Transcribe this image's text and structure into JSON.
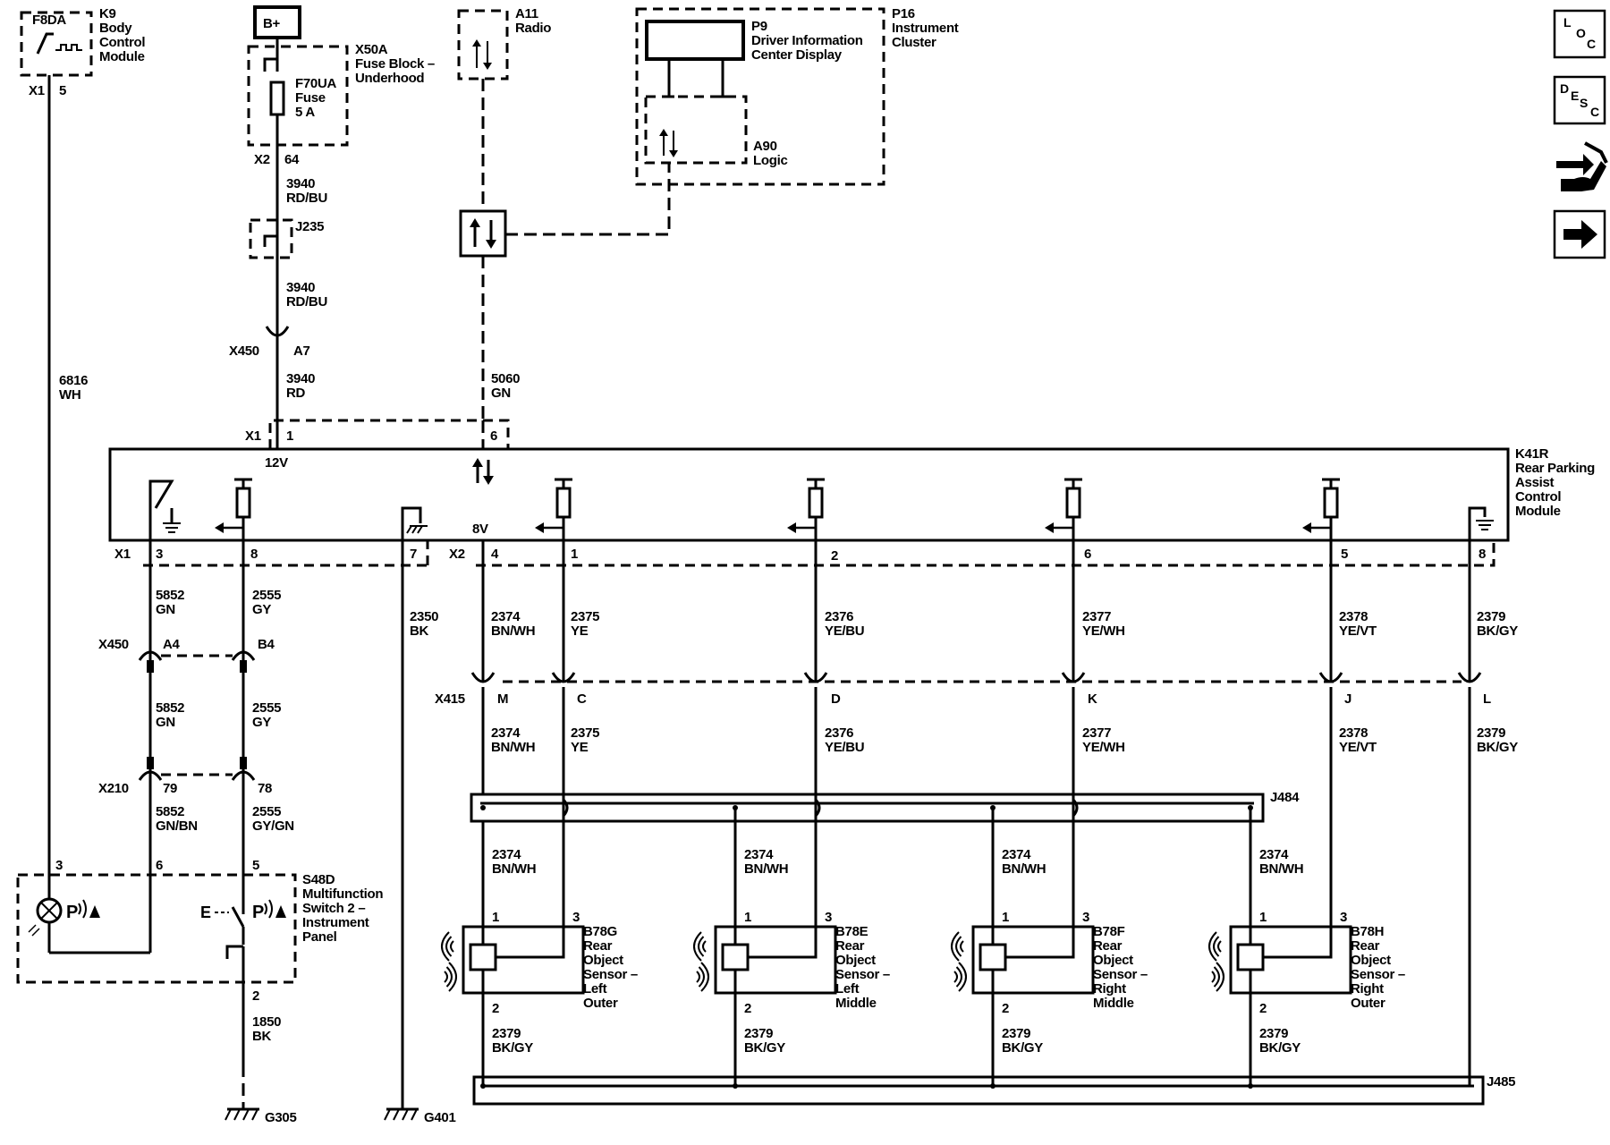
{
  "top": {
    "k9": {
      "pin_lbl": "F8DA",
      "lines": [
        "K9",
        "Body",
        "Control",
        "Module"
      ],
      "conn": "X1",
      "pin": "5"
    },
    "bplus": "B+",
    "x50a": {
      "lines": [
        "X50A",
        "Fuse Block –",
        "Underhood"
      ],
      "fuse": [
        "F70UA",
        "Fuse",
        "5 A"
      ],
      "conn": "X2",
      "pin": "64"
    },
    "a11": [
      "A11",
      "Radio"
    ],
    "p16": [
      "P16",
      "Instrument",
      "Cluster"
    ],
    "p9": [
      "P9",
      "Driver Information",
      "Center Display"
    ],
    "a90": [
      "A90",
      "Logic"
    ],
    "w3940a": [
      "3940",
      "RD/BU"
    ],
    "j235": "J235",
    "w3940b": [
      "3940",
      "RD/BU"
    ],
    "x450a": {
      "conn": "X450",
      "pin": "A7"
    },
    "w3940c": [
      "3940",
      "RD"
    ],
    "w6816": [
      "6816",
      "WH"
    ],
    "w5060": [
      "5060",
      "GN"
    ],
    "x1top": {
      "conn": "X1",
      "p1": "1",
      "p6": "6"
    }
  },
  "module": {
    "lines": [
      "K41R",
      "Rear Parking",
      "Assist",
      "Control",
      "Module"
    ],
    "v12": "12V",
    "v8": "8V",
    "x1b": {
      "conn": "X1",
      "p3": "3",
      "p8": "8",
      "p7": "7"
    },
    "x2b": {
      "conn": "X2",
      "p4": "4",
      "p1": "1",
      "p2": "2",
      "p6": "6",
      "p5": "5",
      "p8": "8"
    }
  },
  "lower_left": {
    "w5852a": [
      "5852",
      "GN"
    ],
    "w2555a": [
      "2555",
      "GY"
    ],
    "w2350": [
      "2350",
      "BK"
    ],
    "x450b": {
      "conn": "X450",
      "a": "A4",
      "b": "B4"
    },
    "w5852b": [
      "5852",
      "GN"
    ],
    "w2555b": [
      "2555",
      "GY"
    ],
    "x210": {
      "conn": "X210",
      "a": "79",
      "b": "78"
    },
    "w5852c": [
      "5852",
      "GN/BN"
    ],
    "w2555c": [
      "2555",
      "GY/GN"
    ],
    "s48d": {
      "lines": [
        "S48D",
        "Multifunction",
        "Switch 2 –",
        "Instrument",
        "Panel"
      ],
      "p3": "3",
      "p6": "6",
      "p5": "5",
      "p2": "2",
      "e": "E",
      "pa": "P"
    },
    "w1850": [
      "1850",
      "BK"
    ],
    "g305": "G305",
    "g401": "G401"
  },
  "sensor_wires": {
    "w2374a": [
      "2374",
      "BN/WH"
    ],
    "w2375a": [
      "2375",
      "YE"
    ],
    "w2376a": [
      "2376",
      "YE/BU"
    ],
    "w2377a": [
      "2377",
      "YE/WH"
    ],
    "w2378a": [
      "2378",
      "YE/VT"
    ],
    "w2379a": [
      "2379",
      "BK/GY"
    ],
    "x415": {
      "conn": "X415",
      "m": "M",
      "c": "C",
      "d": "D",
      "k": "K",
      "j": "J",
      "l": "L"
    },
    "w2374b": [
      "2374",
      "BN/WH"
    ],
    "w2375b": [
      "2375",
      "YE"
    ],
    "w2376b": [
      "2376",
      "YE/BU"
    ],
    "w2377b": [
      "2377",
      "YE/WH"
    ],
    "w2378b": [
      "2378",
      "YE/VT"
    ],
    "w2379b": [
      "2379",
      "BK/GY"
    ],
    "j484": "J484",
    "j485": "J485"
  },
  "sensors": [
    {
      "lines": [
        "B78G",
        "Rear",
        "Object",
        "Sensor –",
        "Left",
        "Outer"
      ],
      "p1": "1",
      "p3": "3",
      "p2": "2",
      "wa": [
        "2374",
        "BN/WH"
      ],
      "wb": [
        "2379",
        "BK/GY"
      ]
    },
    {
      "lines": [
        "B78E",
        "Rear",
        "Object",
        "Sensor –",
        "Left",
        "Middle"
      ],
      "p1": "1",
      "p3": "3",
      "p2": "2",
      "wa": [
        "2374",
        "BN/WH"
      ],
      "wb": [
        "2379",
        "BK/GY"
      ]
    },
    {
      "lines": [
        "B78F",
        "Rear",
        "Object",
        "Sensor –",
        "Right",
        "Middle"
      ],
      "p1": "1",
      "p3": "3",
      "p2": "2",
      "wa": [
        "2374",
        "BN/WH"
      ],
      "wb": [
        "2379",
        "BK/GY"
      ]
    },
    {
      "lines": [
        "B78H",
        "Rear",
        "Object",
        "Sensor –",
        "Right",
        "Outer"
      ],
      "p1": "1",
      "p3": "3",
      "p2": "2",
      "wa": [
        "2374",
        "BN/WH"
      ],
      "wb": [
        "2379",
        "BK/GY"
      ]
    }
  ],
  "nav": {
    "loc": [
      "L",
      "O",
      "C"
    ],
    "desc": [
      "D",
      "E",
      "S",
      "C"
    ],
    "connector_icon": "connector-hand-icon",
    "next_icon": "arrow-right-icon"
  }
}
